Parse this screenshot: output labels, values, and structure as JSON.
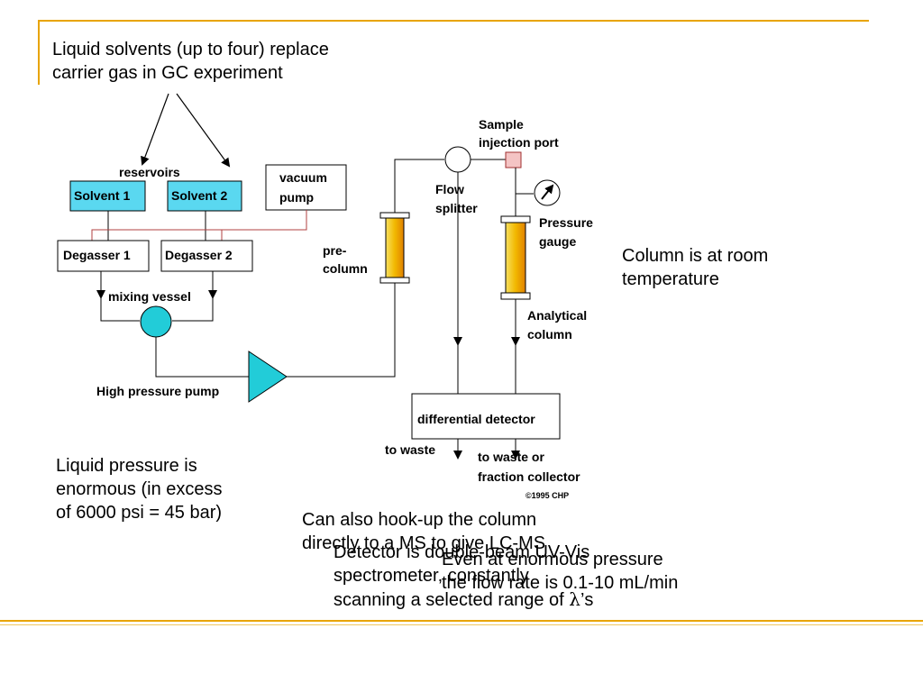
{
  "notes": {
    "solvents": "Liquid solvents (up to four) replace\ncarrier gas in GC experiment",
    "room_temp": "Column is at room\ntemperature",
    "pressure": "Liquid pressure is\nenormous (in excess\nof 6000 psi = 45 bar)",
    "ms": "Can also hook-up the column\ndirectly to a MS to give LC-MS",
    "detector_prefix": "Detector is double-beam UV-Vis\nspectrometer, constantly\nscanning a selected range of ",
    "detector_lambda": "λ",
    "detector_suffix": "’s",
    "flow": "Even at enormous pressure\nthe flow rate is 0.1-10 mL/min"
  },
  "diagram": {
    "reservoirs": "reservoirs",
    "solvent1": "Solvent 1",
    "solvent2": "Solvent 2",
    "vacuum_line1": "vacuum",
    "vacuum_line2": "pump",
    "degasser1": "Degasser 1",
    "degasser2": "Degasser 2",
    "mixing": "mixing vessel",
    "pump": "High pressure pump",
    "precol1": "pre-",
    "precol2": "column",
    "splitter1": "Flow",
    "splitter2": "splitter",
    "sample1": "Sample",
    "sample2": "injection port",
    "gauge1": "Pressure",
    "gauge2": "gauge",
    "analytical1": "Analytical",
    "analytical2": "column",
    "detector": "differential detector",
    "waste": "to waste",
    "fraction1": "to waste or",
    "fraction2": "fraction collector",
    "copyright": "©1995 CHP"
  },
  "colors": {
    "accent": "#e8a400",
    "solvent_fill": "#5ad8f0",
    "pump_fill": "#22ccd8",
    "column_fill": "#f2c200",
    "wire_red": "#b04040"
  }
}
